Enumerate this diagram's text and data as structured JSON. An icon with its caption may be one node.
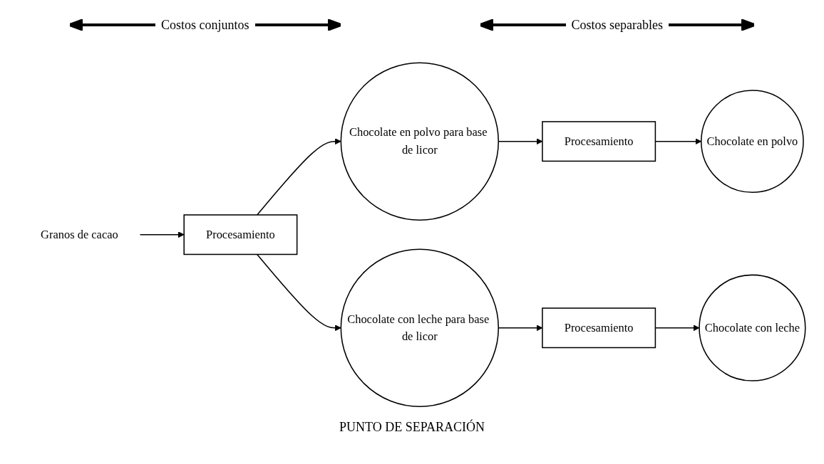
{
  "diagram": {
    "nodes": [
      {
        "text": [
          "Granos de cacao"
        ]
      },
      {
        "text": [
          "Procesamiento"
        ]
      },
      {
        "text": [
          "Chocolate en polvo para base de licor"
        ]
      },
      {
        "text": [
          "Chocolate con leche para base de licor"
        ]
      },
      {
        "text": [
          "Procesamiento"
        ]
      },
      {
        "text": [
          "Procesamiento"
        ]
      },
      {
        "text": [
          "Chocolate en polvo"
        ]
      },
      {
        "text": [
          "Chocolate con leche"
        ]
      }
    ],
    "edges": [
      {
        "from": 0,
        "to": 1,
        "arrow": "to"
      },
      {
        "from": 1,
        "to": 2,
        "arrow": "to"
      },
      {
        "from": 1,
        "to": 3,
        "arrow": "to"
      },
      {
        "from": 2,
        "to": 4,
        "arrow": "to"
      },
      {
        "from": 3,
        "to": 5,
        "arrow": "to"
      },
      {
        "from": 4,
        "to": 6,
        "arrow": "to"
      },
      {
        "from": 5,
        "to": 7,
        "arrow": "to"
      }
    ],
    "labels": [
      "Costos conjuntos",
      "Costos separables",
      "PUNTO DE SEPARACIÓN"
    ]
  }
}
